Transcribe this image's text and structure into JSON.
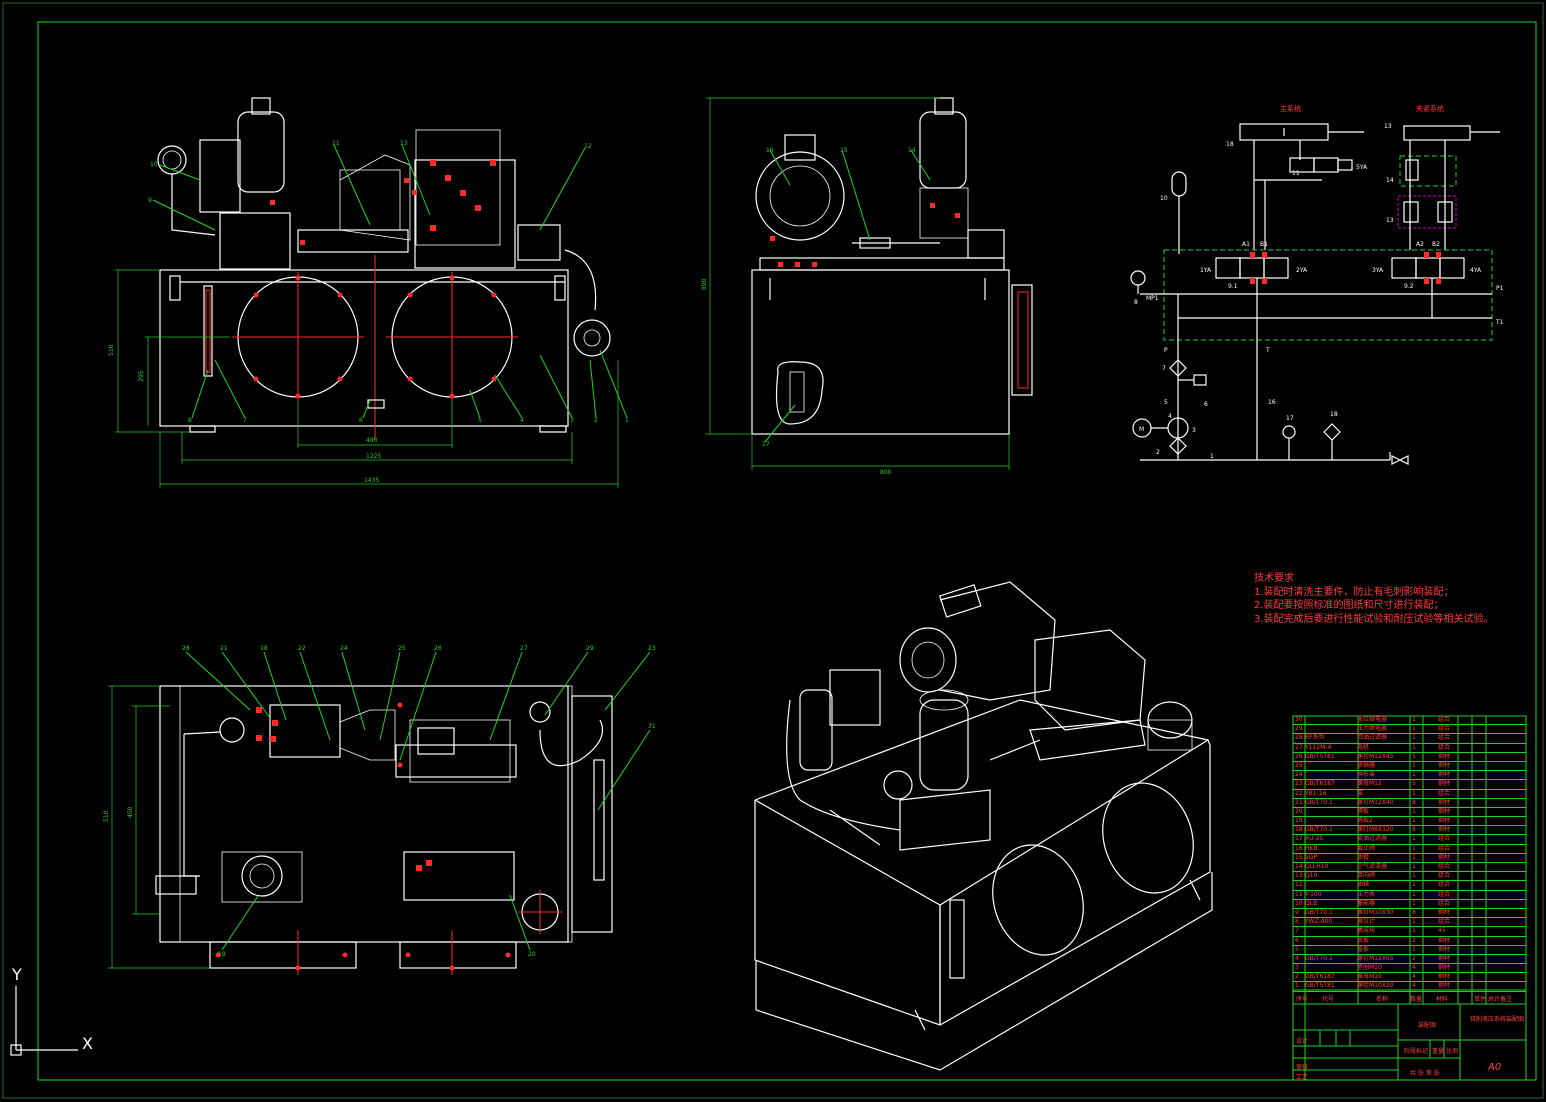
{
  "schematic": {
    "main_system_label": "主系统",
    "clamp_system_label": "夹紧系统",
    "labels": {
      "n18": "18",
      "n11": "11",
      "n5ya": "5YA",
      "n13": "13",
      "n14": "14",
      "n13b": "13",
      "n10": "10",
      "a1": "A1",
      "b1": "B1",
      "a2": "A2",
      "b2": "B2",
      "1ya": "1YA",
      "2ya": "2YA",
      "3ya": "3YA",
      "4ya": "4YA",
      "v91": "9.1",
      "v92": "9.2",
      "n8": "8",
      "mp1": "MP1",
      "p1": "P1",
      "t1": "T1",
      "p": "P",
      "t": "T",
      "n7": "7",
      "n6": "6",
      "n5": "5",
      "n16": "16",
      "n17": "17",
      "n18b": "18",
      "m": "M",
      "n4": "4",
      "n3": "3",
      "n2": "2",
      "n1": "1"
    }
  },
  "technical_requirements": {
    "title": "技术要求",
    "items": [
      "1.装配时清洗主要件，防止有毛刺影响装配；",
      "2.装配要按照标准的图纸和尺寸进行装配；",
      "3.装配完成后要进行性能试验和耐压试验等相关试验。"
    ]
  },
  "dimensions": {
    "front_height": "510",
    "front_height2": "295",
    "front_center": "480",
    "front_inner": "1225",
    "front_total": "1435",
    "side_height": "890",
    "side_width": "800",
    "top_height": "510",
    "top_height2": "450"
  },
  "bom": {
    "rows": [
      {
        "no": "30",
        "code": "",
        "name": "液位继电器",
        "qty": "1",
        "mat": "组合"
      },
      {
        "no": "29",
        "code": "",
        "name": "压力继电器",
        "qty": "1",
        "mat": "组合"
      },
      {
        "no": "28",
        "code": "RF系列",
        "name": "回油过滤器",
        "qty": "1",
        "mat": "组合"
      },
      {
        "no": "27",
        "code": "Y112M-4",
        "name": "电机",
        "qty": "1",
        "mat": "组合"
      },
      {
        "no": "26",
        "code": "GB/T5781",
        "name": "螺栓M12X45",
        "qty": "5",
        "mat": "钢材"
      },
      {
        "no": "25",
        "code": "",
        "name": "联轴器",
        "qty": "1",
        "mat": "钢材"
      },
      {
        "no": "24",
        "code": "",
        "name": "钟形罩",
        "qty": "1",
        "mat": "钢材"
      },
      {
        "no": "23",
        "code": "GB/T6187",
        "name": "螺母M12",
        "qty": "5",
        "mat": "钢材"
      },
      {
        "no": "22",
        "code": "YB1-16",
        "name": "泵",
        "qty": "1",
        "mat": "组合"
      },
      {
        "no": "21",
        "code": "GB/T70.1",
        "name": "螺钉M12X40",
        "qty": "8",
        "mat": "钢材"
      },
      {
        "no": "20",
        "code": "",
        "name": "隔板",
        "qty": "1",
        "mat": "钢材"
      },
      {
        "no": "19",
        "code": "",
        "name": "隔板2",
        "qty": "1",
        "mat": "钢材"
      },
      {
        "no": "18",
        "code": "GB/T70.1",
        "name": "螺钉M8X120",
        "qty": "8",
        "mat": "钢材"
      },
      {
        "no": "17",
        "code": "XU-25",
        "name": "吸油过滤器",
        "qty": "1",
        "mat": "组合"
      },
      {
        "no": "16",
        "code": "HKB",
        "name": "截止阀",
        "qty": "1",
        "mat": "组合"
      },
      {
        "no": "15",
        "code": "SGP",
        "name": "油管",
        "qty": "1",
        "mat": "钢材"
      },
      {
        "no": "14",
        "code": "QU-H10",
        "name": "空气滤清器",
        "qty": "1",
        "mat": "组合"
      },
      {
        "no": "13",
        "code": "Q10",
        "name": "单向阀",
        "qty": "1",
        "mat": "组合"
      },
      {
        "no": "12",
        "code": "",
        "name": "油箱",
        "qty": "1",
        "mat": "组合"
      },
      {
        "no": "11",
        "code": "Y-100",
        "name": "压力表",
        "qty": "1",
        "mat": "组合"
      },
      {
        "no": "10",
        "code": "QLB",
        "name": "蓄能器",
        "qty": "1",
        "mat": "组合"
      },
      {
        "no": "9",
        "code": "GB/T70.1",
        "name": "螺钉M10X30",
        "qty": "8",
        "mat": "钢材"
      },
      {
        "no": "8",
        "code": "YWZ-400",
        "name": "液位计",
        "qty": "1",
        "mat": "组合"
      },
      {
        "no": "7",
        "code": "",
        "name": "集成块",
        "qty": "1",
        "mat": "45"
      },
      {
        "no": "6",
        "code": "",
        "name": "底板",
        "qty": "2",
        "mat": "钢材"
      },
      {
        "no": "5",
        "code": "",
        "name": "盖板",
        "qty": "1",
        "mat": "钢材"
      },
      {
        "no": "4",
        "code": "GB/T70.1",
        "name": "螺钉M12X65",
        "qty": "2",
        "mat": "钢材"
      },
      {
        "no": "3",
        "code": "",
        "name": "垫圈M10",
        "qty": "4",
        "mat": "钢材"
      },
      {
        "no": "2",
        "code": "GB/T6187",
        "name": "螺母M10",
        "qty": "4",
        "mat": "钢材"
      },
      {
        "no": "1",
        "code": "GB/T5781",
        "name": "螺栓M10X20",
        "qty": "4",
        "mat": "钢材"
      }
    ],
    "header": {
      "no": "序号",
      "code": "代号",
      "name": "名称",
      "qty": "数量",
      "mat": "材料",
      "weight": "单件 总计",
      "note": "备注"
    }
  },
  "title_block": {
    "drawing_title": "铣削液压系统装配图",
    "part_name": "装配图",
    "scale": "A0",
    "design": "设计",
    "check": "审核",
    "process": "工艺",
    "stage": "阶段标记",
    "weight": "重量",
    "ratio": "比例",
    "sheets": "共 张 第 张"
  },
  "ucs": {
    "x": "X",
    "y": "Y"
  }
}
